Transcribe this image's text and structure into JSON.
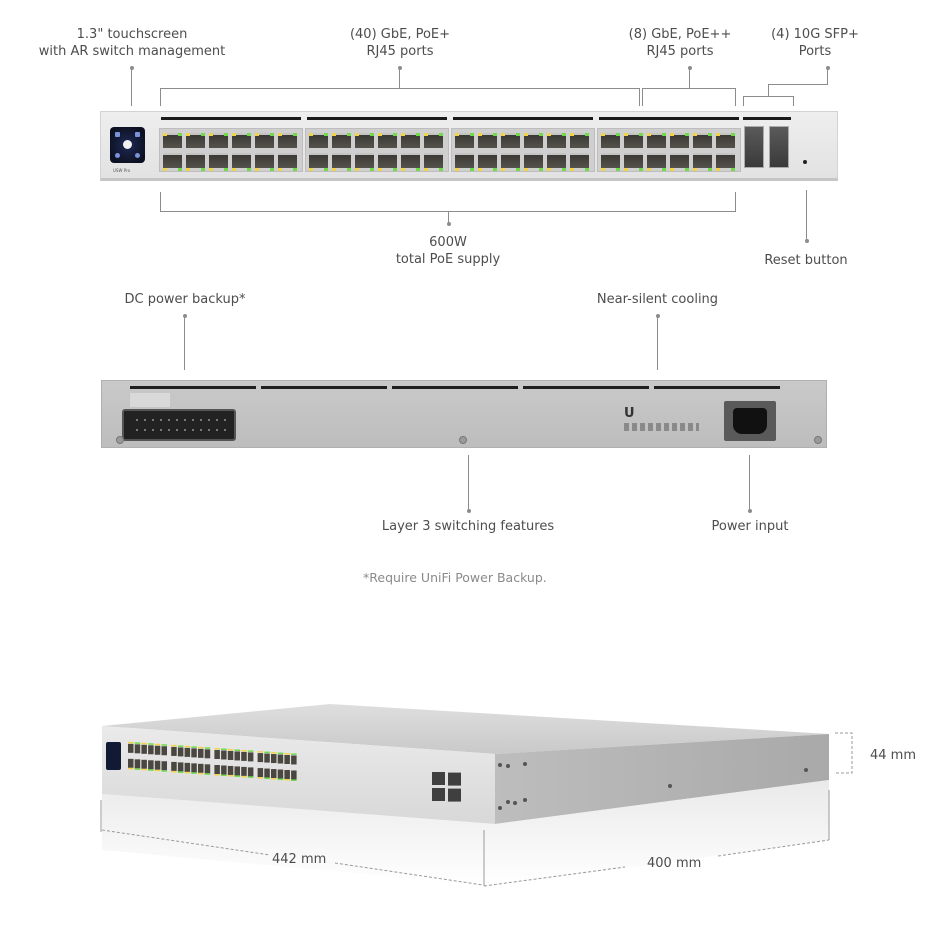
{
  "front_view": {
    "callouts": {
      "touchscreen": [
        "1.3\" touchscreen",
        "with AR switch management"
      ],
      "gbe_poe_plus": [
        "(40) GbE, PoE+",
        "RJ45 ports"
      ],
      "gbe_poe_plusplus": [
        "(8) GbE, PoE++",
        "RJ45 ports"
      ],
      "sfp_plus": [
        "(4) 10G SFP+",
        "Ports"
      ],
      "poe_supply": [
        "600W",
        "total PoE supply"
      ],
      "reset": "Reset button"
    },
    "model_label": "USW Pro",
    "port_counts": {
      "rj45_poe_plus": 40,
      "rj45_poe_plusplus": 8,
      "sfp_plus": 4
    }
  },
  "rear_view": {
    "callouts": {
      "dc_backup": "DC power backup*",
      "cooling": "Near-silent cooling",
      "layer3": "Layer 3 switching features",
      "power_input": "Power input"
    },
    "brand_glyph": "U"
  },
  "footnote": "*Require UniFi Power Backup.",
  "dimensions": {
    "width": "442 mm",
    "depth": "400 mm",
    "height": "44 mm"
  },
  "colors": {
    "led_green": "#6edb48",
    "led_amber": "#f2d34a",
    "chassis": "#e6e6e6",
    "callout_line": "#8c8c8c"
  }
}
